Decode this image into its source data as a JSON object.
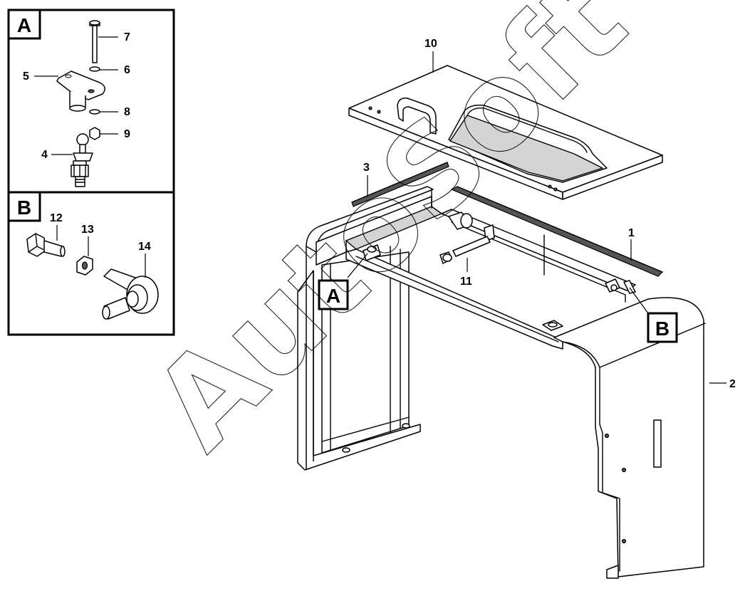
{
  "insets": {
    "a": {
      "letter": "A"
    },
    "b": {
      "letter": "B"
    }
  },
  "callouts": {
    "a": "A",
    "b": "B"
  },
  "part_numbers": {
    "p1": "1",
    "p2": "2",
    "p3": "3",
    "p4": "4",
    "p5": "5",
    "p6": "6",
    "p7": "7",
    "p8": "8",
    "p9": "9",
    "p10": "10",
    "p11": "11",
    "p12": "12",
    "p13": "13",
    "p14": "14"
  },
  "watermark": "AutoSoft"
}
